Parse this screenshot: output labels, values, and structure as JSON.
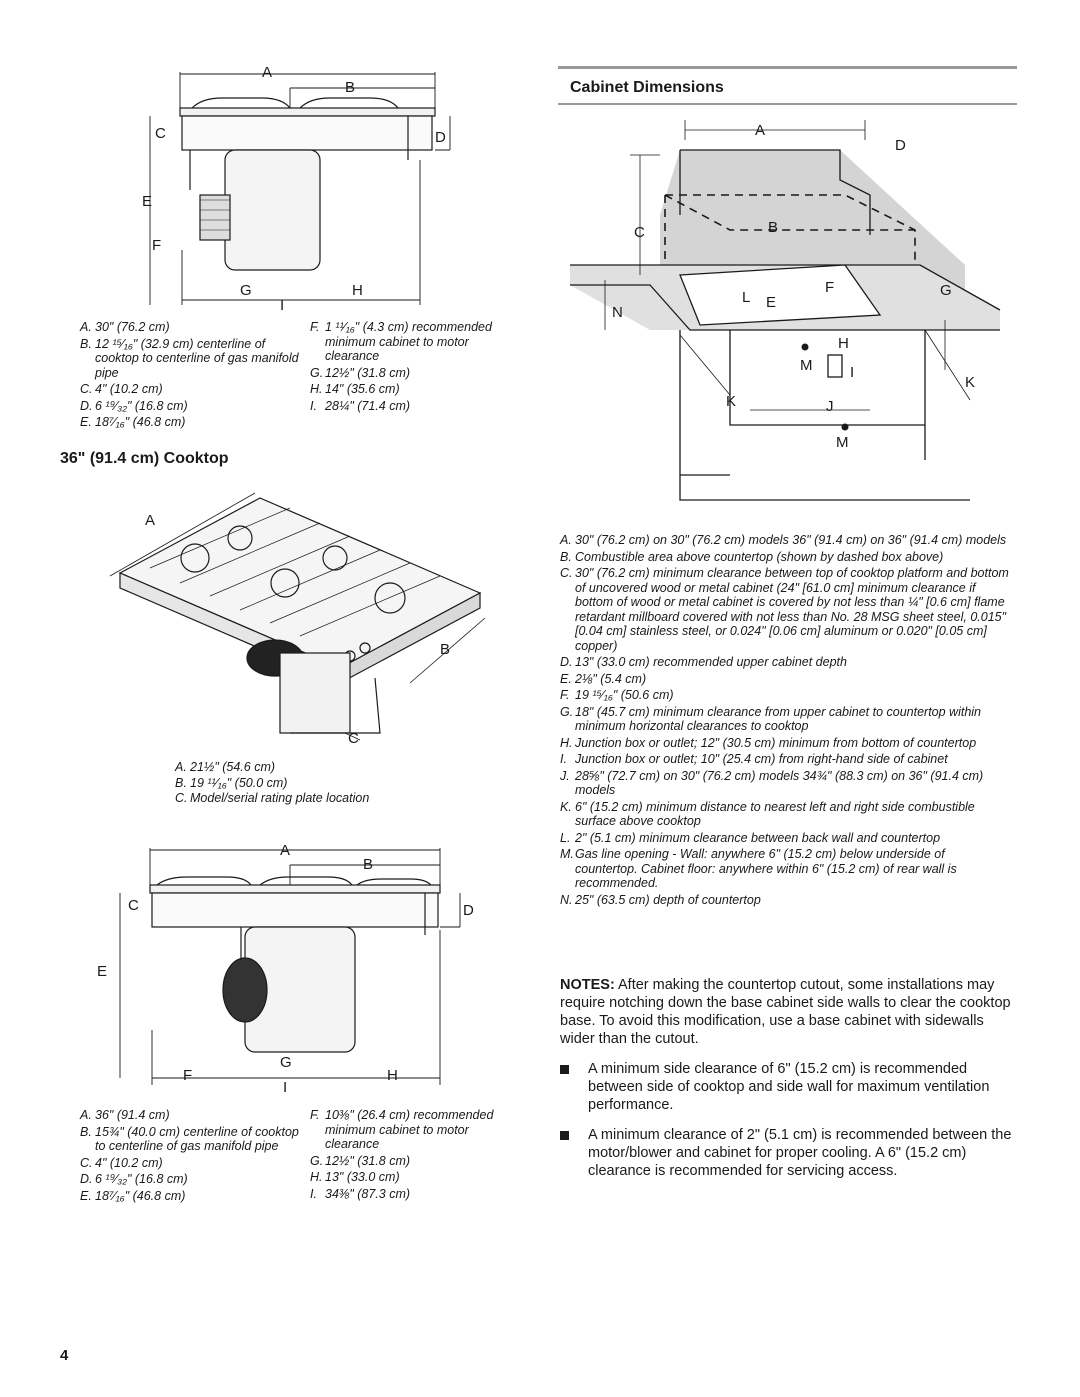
{
  "top_diagram": {
    "labels": [
      "A",
      "B",
      "C",
      "D",
      "E",
      "F",
      "G",
      "H",
      "I"
    ],
    "legend_left": [
      {
        "key": "A.",
        "text": "30\" (76.2 cm)"
      },
      {
        "key": "B.",
        "text": "12 ¹⁵⁄₁₆\" (32.9 cm) centerline of cooktop to centerline of gas manifold pipe"
      },
      {
        "key": "C.",
        "text": "4\" (10.2 cm)"
      },
      {
        "key": "D.",
        "text": "6 ¹⁹⁄₃₂\" (16.8 cm)"
      },
      {
        "key": "E.",
        "text": "18⁷⁄₁₆\" (46.8 cm)"
      }
    ],
    "legend_right": [
      {
        "key": "F.",
        "text": "1 ¹¹⁄₁₆\" (4.3 cm) recommended minimum cabinet to motor clearance"
      },
      {
        "key": "G.",
        "text": "12½\" (31.8 cm)"
      },
      {
        "key": "H.",
        "text": "14\" (35.6 cm)"
      },
      {
        "key": "I.",
        "text": "28¼\" (71.4 cm)"
      }
    ]
  },
  "cooktop_section": {
    "title": "36\" (91.4 cm) Cooktop",
    "labels": [
      "A",
      "B",
      "C"
    ],
    "legend": [
      {
        "key": "A.",
        "text": "21½\" (54.6 cm)"
      },
      {
        "key": "B.",
        "text": "19 ¹¹⁄₁₆\" (50.0 cm)"
      },
      {
        "key": "C.",
        "text": "Model/serial rating plate location"
      }
    ]
  },
  "bottom_diagram": {
    "labels": [
      "A",
      "B",
      "C",
      "D",
      "E",
      "F",
      "G",
      "H",
      "I"
    ],
    "legend_left": [
      {
        "key": "A.",
        "text": "36\" (91.4 cm)"
      },
      {
        "key": "B.",
        "text": "15¾\" (40.0 cm) centerline of cooktop to centerline of gas manifold pipe"
      },
      {
        "key": "C.",
        "text": "4\" (10.2 cm)"
      },
      {
        "key": "D.",
        "text": "6 ¹⁹⁄₃₂\" (16.8 cm)"
      },
      {
        "key": "E.",
        "text": "18⁷⁄₁₆\" (46.8 cm)"
      }
    ],
    "legend_right": [
      {
        "key": "F.",
        "text": "10⅜\" (26.4 cm) recommended minimum cabinet to motor clearance"
      },
      {
        "key": "G.",
        "text": "12½\" (31.8 cm)"
      },
      {
        "key": "H.",
        "text": "13\" (33.0 cm)"
      },
      {
        "key": "I.",
        "text": "34⅜\" (87.3 cm)"
      }
    ]
  },
  "cabinet_section": {
    "title": "Cabinet Dimensions",
    "labels": [
      "A",
      "B",
      "C",
      "D",
      "E",
      "F",
      "G",
      "H",
      "I",
      "J",
      "K",
      "L",
      "M",
      "N"
    ],
    "legend": [
      {
        "key": "A.",
        "text": "30\" (76.2 cm) on 30\" (76.2 cm) models 36\" (91.4 cm) on 36\" (91.4 cm) models"
      },
      {
        "key": "B.",
        "text": "Combustible area above countertop (shown by dashed box above)"
      },
      {
        "key": "C.",
        "text": "30\" (76.2 cm) minimum clearance between top of cooktop platform and bottom of uncovered wood or metal cabinet (24\" [61.0 cm] minimum clearance if bottom of wood or metal cabinet is covered by not less than ¼\" [0.6 cm] flame retardant millboard covered with not less than No. 28 MSG sheet steel, 0.015\" [0.04 cm] stainless steel, or 0.024\" [0.06 cm] aluminum or 0.020\" [0.05 cm] copper)"
      },
      {
        "key": "D.",
        "text": "13\" (33.0 cm) recommended upper cabinet depth"
      },
      {
        "key": "E.",
        "text": "2⅛\" (5.4 cm)"
      },
      {
        "key": "F.",
        "text": "19 ¹⁵⁄₁₆\" (50.6 cm)"
      },
      {
        "key": "G.",
        "text": "18\" (45.7 cm) minimum clearance from upper cabinet to countertop within minimum horizontal clearances to cooktop"
      },
      {
        "key": "H.",
        "text": "Junction box or outlet; 12\" (30.5 cm) minimum from bottom of countertop"
      },
      {
        "key": "I.",
        "text": "Junction box or outlet; 10\" (25.4 cm) from right-hand side of cabinet"
      },
      {
        "key": "J.",
        "text": "28⅝\" (72.7 cm) on 30\" (76.2 cm) models 34¾\" (88.3 cm) on 36\" (91.4 cm) models"
      },
      {
        "key": "K.",
        "text": "6\" (15.2 cm) minimum distance to nearest left and right side combustible surface above cooktop"
      },
      {
        "key": "L.",
        "text": "2\" (5.1 cm) minimum clearance between back wall and countertop"
      },
      {
        "key": "M.",
        "text": "Gas line opening - Wall: anywhere 6\" (15.2 cm) below underside of countertop. Cabinet floor: anywhere within 6\" (15.2 cm) of rear wall is recommended."
      },
      {
        "key": "N.",
        "text": "25\" (63.5 cm) depth of countertop"
      }
    ],
    "notes_label": "NOTES:",
    "notes_text": "After making the countertop cutout, some installations may require notching down the base cabinet side walls to clear the cooktop base. To avoid this modification, use a base cabinet with sidewalls wider than the cutout.",
    "bullets": [
      "A minimum side clearance of 6\" (15.2 cm) is recommended between side of cooktop and side wall for maximum ventilation performance.",
      "A minimum clearance of 2\" (5.1 cm) is recommended between the motor/blower and cabinet for proper cooling. A 6\" (15.2 cm) clearance is recommended for servicing access."
    ]
  },
  "page_number": "4",
  "colors": {
    "text": "#1a1a1a",
    "rule": "#9a9a9a",
    "shade": "#d4d4d4"
  }
}
